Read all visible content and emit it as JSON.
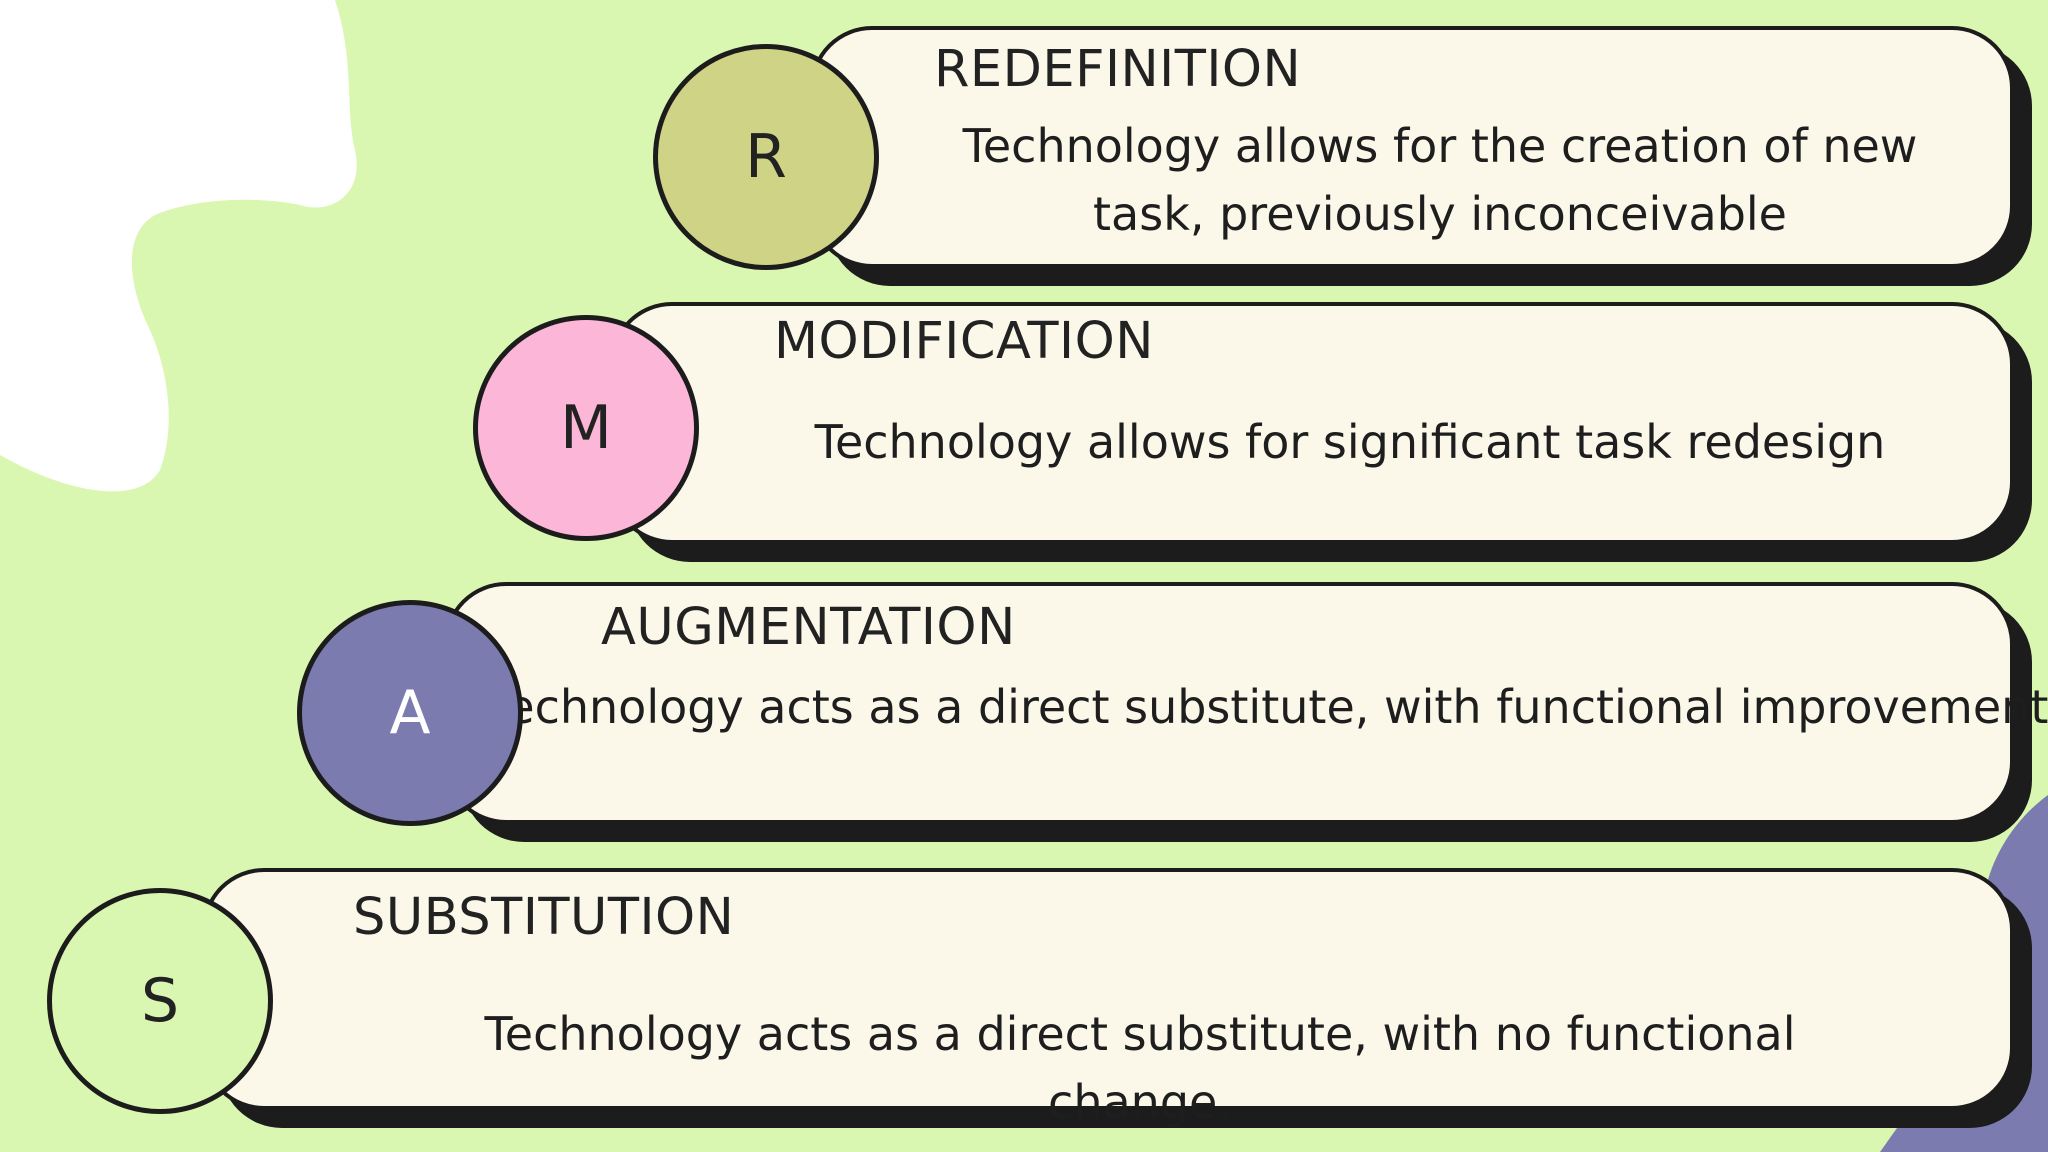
{
  "colors": {
    "background": "#d9f7b0",
    "card": "#fbf8ea",
    "outline": "#1c1c1c",
    "redefinition": "#cfd385",
    "modification": "#fbb6d8",
    "augmentation": "#7b7bb0",
    "substitution": "#d9f7b0",
    "decor_blob": "#ffffff",
    "decor_corner": "#7b7bb0"
  },
  "levels": [
    {
      "letter": "R",
      "title": "REDEFINITION",
      "description": "Technology allows for the creation of new task, previously inconceivable"
    },
    {
      "letter": "M",
      "title": "MODIFICATION",
      "description": "Technology allows for significant task redesign"
    },
    {
      "letter": "A",
      "title": "AUGMENTATION",
      "description": "Technology acts as a direct substitute, with functional improvement"
    },
    {
      "letter": "S",
      "title": "SUBSTITUTION",
      "description": "Technology acts as a direct substitute, with no functional change."
    }
  ]
}
